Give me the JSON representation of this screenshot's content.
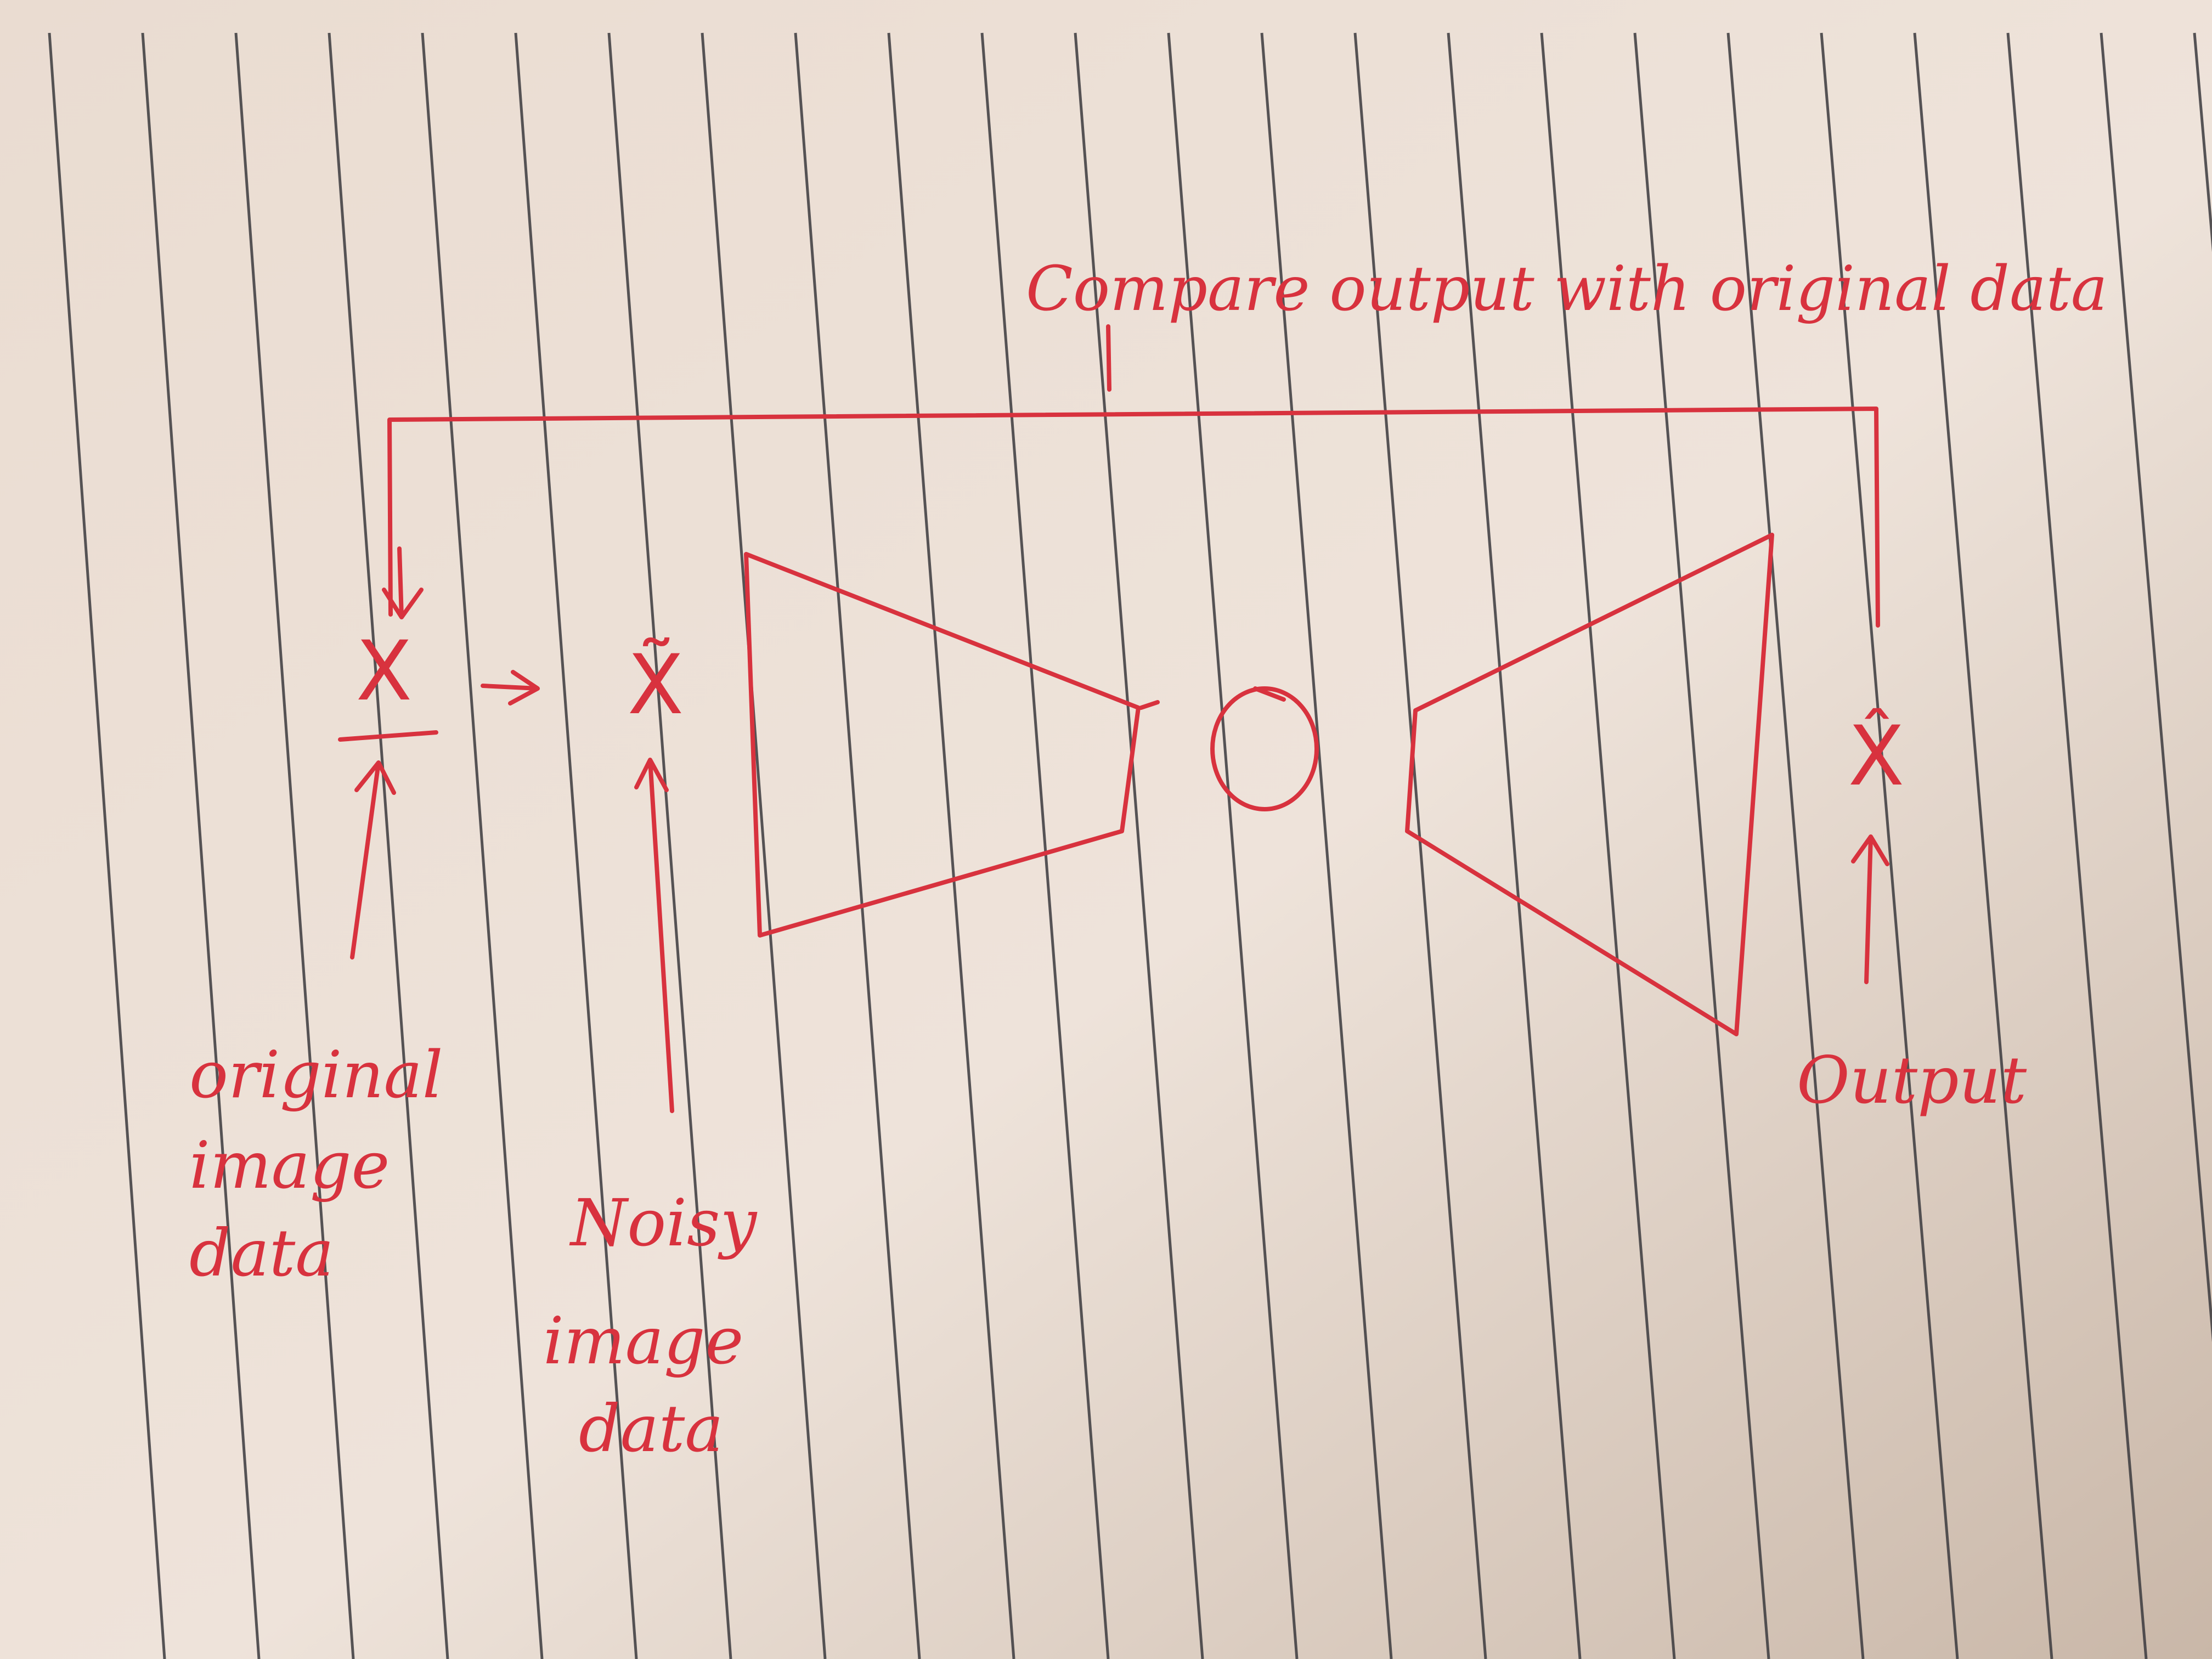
{
  "diagram": {
    "compare_label": "Compare output with original data",
    "input_symbol": "X",
    "noisy_symbol": "X̃",
    "latent_symbol": "O",
    "output_symbol": "X̂",
    "original_label": [
      "original",
      "image",
      "data"
    ],
    "noisy_label": [
      "Noisy",
      "image",
      "data"
    ],
    "output_label": "Output"
  },
  "colors": {
    "ink": "#d8323e",
    "paper": "#efe3d8",
    "rule_lines": "#3b3a3e"
  }
}
